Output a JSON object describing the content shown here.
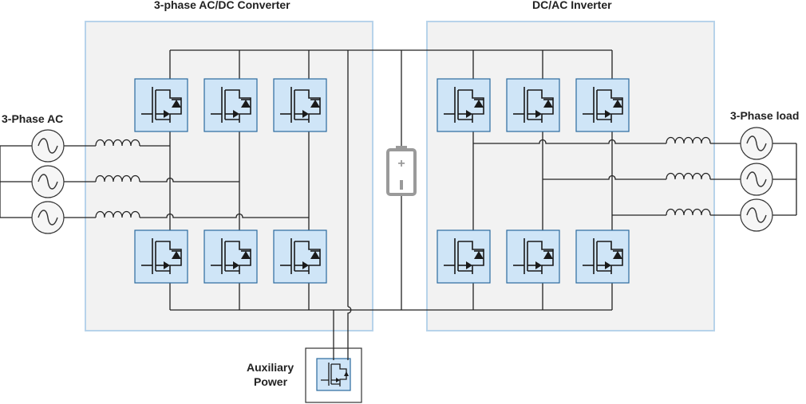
{
  "titles": {
    "converter": "3-phase AC/DC Converter",
    "inverter": "DC/AC Inverter"
  },
  "labels": {
    "source": "3-Phase AC",
    "load": "3-Phase load",
    "aux_line1": "Auxiliary",
    "aux_line2": "Power"
  },
  "battery": {
    "plus": "+",
    "minus": "–"
  },
  "colors": {
    "panel_fill": "#f2f2f2",
    "panel_border": "#b7d3ea",
    "switch_fill": "#cfe5f7",
    "switch_border": "#2b6a9e",
    "wire": "#222222",
    "battery": "#9a9a9a"
  },
  "icons": {
    "switch": "igbt-with-diode-icon",
    "ac_source": "sine-source-icon",
    "inductor": "inductor-coil-icon",
    "battery": "battery-icon"
  }
}
